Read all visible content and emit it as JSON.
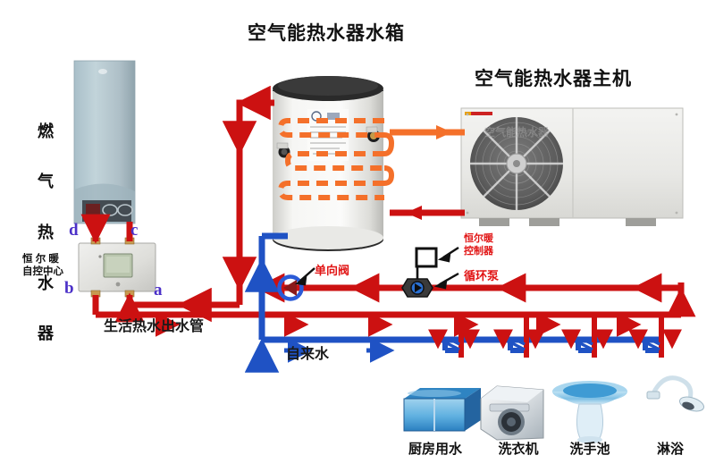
{
  "diagram": {
    "titles": {
      "tank": "空气能热水器水箱",
      "heatpump": "空气能热水器主机"
    },
    "equipment": {
      "gas_heater_label": "燃气热水器",
      "control_center_line1": "恒 尔 暖",
      "control_center_line2": "自控中心",
      "check_valve": "单向阀",
      "circulation_pump": "循环泵",
      "controller_line1": "恒尔暖",
      "controller_line2": "控制器"
    },
    "ports": {
      "a": "a",
      "b": "b",
      "c": "c",
      "d": "d"
    },
    "pipes": {
      "hot_supply": "生活热水出水管",
      "cold_supply": "自来水"
    },
    "fixtures": [
      {
        "label": "厨房用水",
        "icon": "kitchen-sink-icon"
      },
      {
        "label": "洗衣机",
        "icon": "washing-machine-icon"
      },
      {
        "label": "洗手池",
        "icon": "wash-basin-icon"
      },
      {
        "label": "淋浴",
        "icon": "shower-head-icon"
      }
    ],
    "colors": {
      "hot_red": "#cc1111",
      "cold_blue": "#1f52c4",
      "coil_orange": "#f4702a",
      "tank_body": "#f2f2f0",
      "heatpump_body": "#ececea",
      "gas_heater_body": "#b9ccd4",
      "label_red": "#e11414",
      "port_purple": "#4b30c8"
    }
  }
}
